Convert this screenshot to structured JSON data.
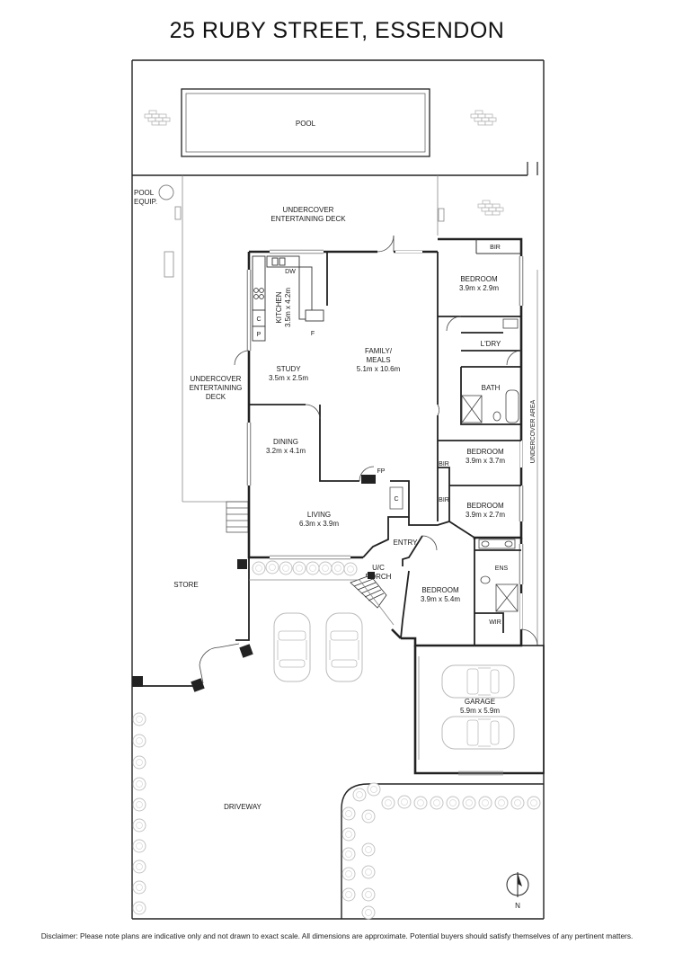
{
  "title": "25 RUBY STREET, ESSENDON",
  "rooms": {
    "pool": "POOL",
    "pool_equip_1": "POOL",
    "pool_equip_2": "EQUIP.",
    "deck_top_1": "UNDERCOVER",
    "deck_top_2": "ENTERTAINING DECK",
    "deck_side_1": "UNDERCOVER",
    "deck_side_2": "ENTERTAINING",
    "deck_side_3": "DECK",
    "kitchen_name": "KITCHEN",
    "kitchen_dims": "3.5m x 4.2m",
    "dw": "DW",
    "f": "F",
    "c": "C",
    "p": "P",
    "study_name": "STUDY",
    "study_dims": "3.5m x 2.5m",
    "family_name_1": "FAMILY/",
    "family_name_2": "MEALS",
    "family_dims": "5.1m x 10.6m",
    "dining_name": "DINING",
    "dining_dims": "3.2m x 4.1m",
    "living_name": "LIVING",
    "living_dims": "6.3m x 3.9m",
    "fp": "FP",
    "c2": "C",
    "bir_top": "BIR",
    "bed1_name": "BEDROOM",
    "bed1_dims": "3.9m x 2.9m",
    "ldry": "L'DRY",
    "bath": "BATH",
    "bir_mid": "BIR",
    "bed2_name": "BEDROOM",
    "bed2_dims": "3.9m x 3.7m",
    "bir_low": "BIR",
    "bed3_name": "BEDROOM",
    "bed3_dims": "3.9m x 2.7m",
    "undercover_area": "UNDERCOVER AREA",
    "entry": "ENTRY",
    "porch_1": "U/C",
    "porch_2": "PORCH",
    "ens": "ENS",
    "bed4_name": "BEDROOM",
    "bed4_dims": "3.9m x 5.4m",
    "wir": "WIR",
    "store": "STORE",
    "garage_name": "GARAGE",
    "garage_dims": "5.9m x 5.9m",
    "driveway": "DRIVEWAY",
    "north": "N"
  },
  "disclaimer": "Disclaimer: Please note plans are indicative only and not drawn to exact scale. All dimensions are approximate. Potential buyers should satisfy themselves of any pertinent matters."
}
